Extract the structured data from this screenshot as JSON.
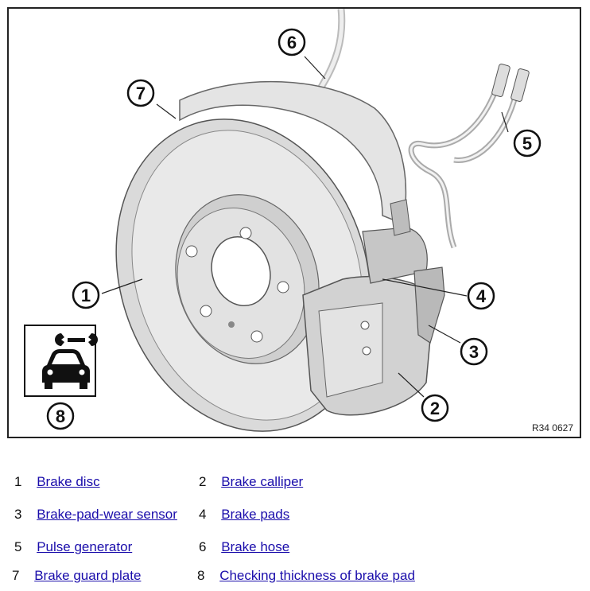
{
  "figure_code": "R34 0627",
  "callouts": [
    "1",
    "2",
    "3",
    "4",
    "5",
    "6",
    "7",
    "8"
  ],
  "legend": [
    {
      "num": "1",
      "label": "Brake disc"
    },
    {
      "num": "2",
      "label": "Brake calliper"
    },
    {
      "num": "3",
      "label": "Brake-pad-wear sensor"
    },
    {
      "num": "4",
      "label": "Brake pads"
    },
    {
      "num": "5",
      "label": "Pulse generator"
    },
    {
      "num": "6",
      "label": "Brake hose"
    },
    {
      "num": "7",
      "label": "Brake guard plate"
    },
    {
      "num": "8",
      "label": "Checking thickness of brake pad"
    }
  ]
}
